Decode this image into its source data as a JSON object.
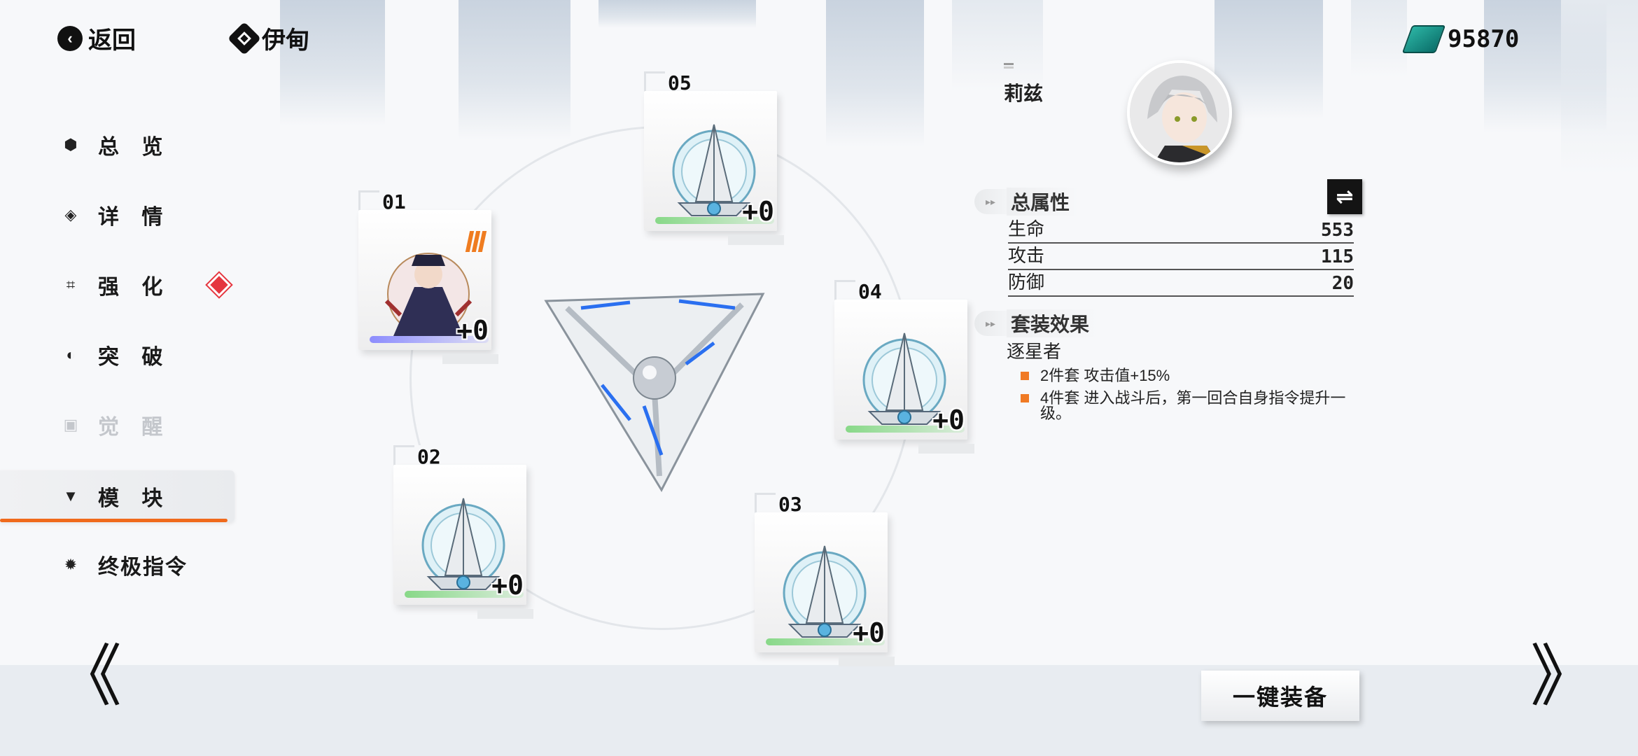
{
  "top": {
    "back_label": "返回",
    "location_label": "伊甸",
    "currency_value": "95870",
    "currency_icon": "crystal-icon"
  },
  "sidebar": {
    "items": [
      {
        "label": "总 览",
        "icon": "hexagon-icon",
        "state": "normal"
      },
      {
        "label": "详 情",
        "icon": "diamond-icon",
        "state": "normal"
      },
      {
        "label": "强 化",
        "icon": "bracket-icon",
        "state": "normal",
        "badge": "red-dot"
      },
      {
        "label": "突 破",
        "icon": "breakthrough-icon",
        "state": "normal"
      },
      {
        "label": "觉 醒",
        "icon": "awaken-icon",
        "state": "disabled"
      },
      {
        "label": "模 块",
        "icon": "module-icon",
        "state": "active"
      },
      {
        "label": "终极指令",
        "icon": "gear-icon",
        "state": "normal"
      }
    ]
  },
  "modules": [
    {
      "slot": "01",
      "level": "+0",
      "type": "character",
      "bar": "purple"
    },
    {
      "slot": "02",
      "level": "+0",
      "type": "tower",
      "bar": "green"
    },
    {
      "slot": "03",
      "level": "+0",
      "type": "tower",
      "bar": "green"
    },
    {
      "slot": "04",
      "level": "+0",
      "type": "tower",
      "bar": "green"
    },
    {
      "slot": "05",
      "level": "+0",
      "type": "tower",
      "bar": "green"
    }
  ],
  "character": {
    "name": "莉兹"
  },
  "stats": {
    "title": "总属性",
    "rows": [
      {
        "label": "生命",
        "value": "553"
      },
      {
        "label": "攻击",
        "value": "115"
      },
      {
        "label": "防御",
        "value": "20"
      }
    ]
  },
  "set": {
    "title": "套装效果",
    "name": "逐星者",
    "effects": [
      "2件套 攻击值+15%",
      "4件套 进入战斗后，第一回合自身指令提升一级。"
    ]
  },
  "actions": {
    "equip_all": "一键装备",
    "prev": "《",
    "next": "》"
  },
  "colors": {
    "accent": "#f06a1c",
    "badge": "#e5363f",
    "rarity_green": "#7dd67d",
    "rarity_purple": "#8282ff"
  }
}
